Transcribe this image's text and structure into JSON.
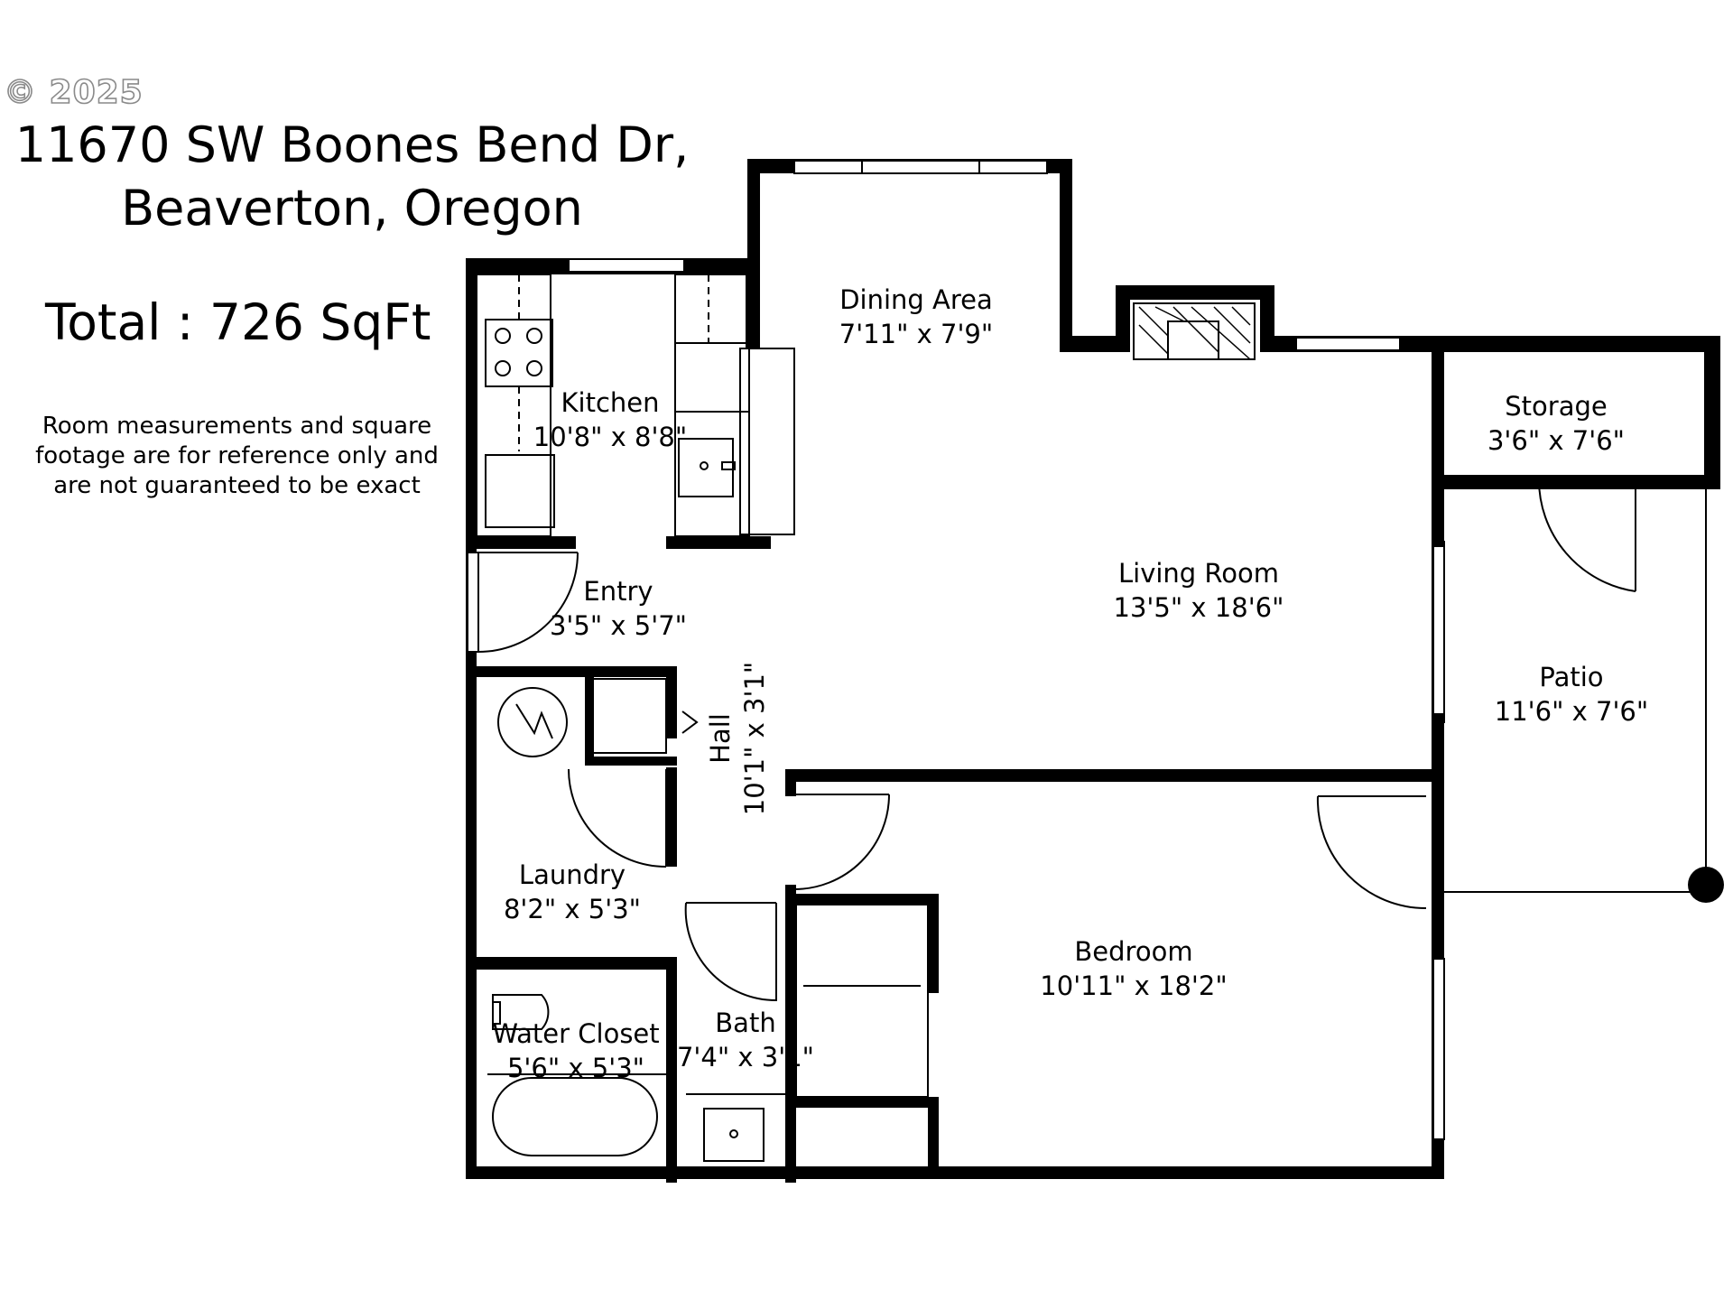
{
  "header": {
    "copyright": "© 2025",
    "address_line1": "11670 SW Boones Bend Dr,",
    "address_line2": "Beaverton, Oregon",
    "total": "Total : 726 SqFt",
    "disclaimer_line1": "Room measurements and square",
    "disclaimer_line2": "footage are for reference only and",
    "disclaimer_line3": "are not guaranteed to be exact"
  },
  "rooms": {
    "dining": {
      "name": "Dining Area",
      "size": "7'11\" x 7'9\""
    },
    "kitchen": {
      "name": "Kitchen",
      "size": "10'8\" x 8'8\""
    },
    "storage": {
      "name": "Storage",
      "size": "3'6\" x 7'6\""
    },
    "living": {
      "name": "Living Room",
      "size": "13'5\" x 18'6\""
    },
    "entry": {
      "name": "Entry",
      "size": "3'5\" x 5'7\""
    },
    "patio": {
      "name": "Patio",
      "size": "11'6\" x 7'6\""
    },
    "hall": {
      "name": "Hall",
      "size": "10'1\" x 3'1\""
    },
    "laundry": {
      "name": "Laundry",
      "size": "8'2\" x 5'3\""
    },
    "bedroom": {
      "name": "Bedroom",
      "size": "10'11\" x 18'2\""
    },
    "bath": {
      "name": "Bath",
      "size": "7'4\" x 3'1\""
    },
    "water_closet": {
      "name": "Water Closet",
      "size": "5'6\" x 5'3\""
    }
  }
}
